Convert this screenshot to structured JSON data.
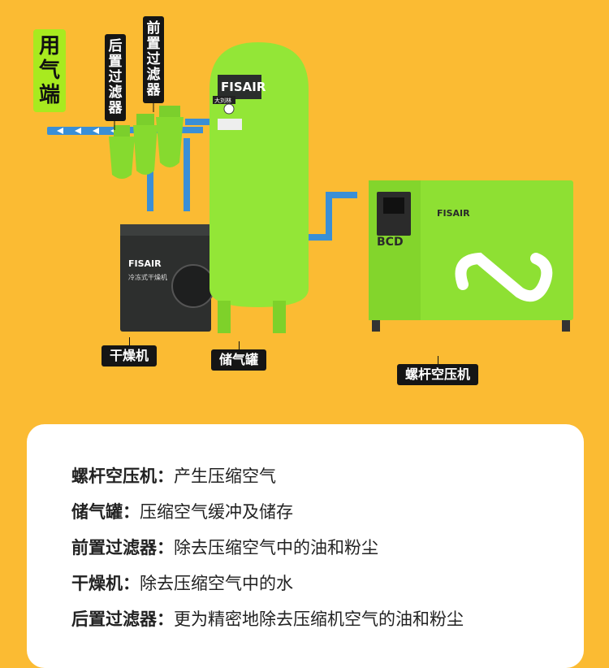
{
  "labels": {
    "use_end": "用气端",
    "post_filter": "后置过滤器",
    "pre_filter": "前置过滤器",
    "dryer": "干燥机",
    "tank": "储气罐",
    "compressor": "螺杆空压机"
  },
  "brand": {
    "tank_logo": "FISAIR",
    "dryer_logo": "FISAIR",
    "dryer_name": "冷冻式干燥机",
    "compressor_logo": "FISAIR",
    "compressor_badge": "BCD",
    "tank_sub": "大刘林"
  },
  "descriptions": [
    {
      "term": "螺杆空压机：",
      "desc": "产生压缩空气"
    },
    {
      "term": "储气罐：",
      "desc": "压缩空气缓冲及储存"
    },
    {
      "term": "前置过滤器：",
      "desc": "除去压缩空气中的油和粉尘"
    },
    {
      "term": "干燥机：",
      "desc": "除去压缩空气中的水"
    },
    {
      "term": "后置过滤器：",
      "desc": "更为精密地除去压缩机空气的油和粉尘"
    }
  ],
  "colors": {
    "background": "#fbbb33",
    "machine_green": "#8fe334",
    "dark": "#151515"
  }
}
